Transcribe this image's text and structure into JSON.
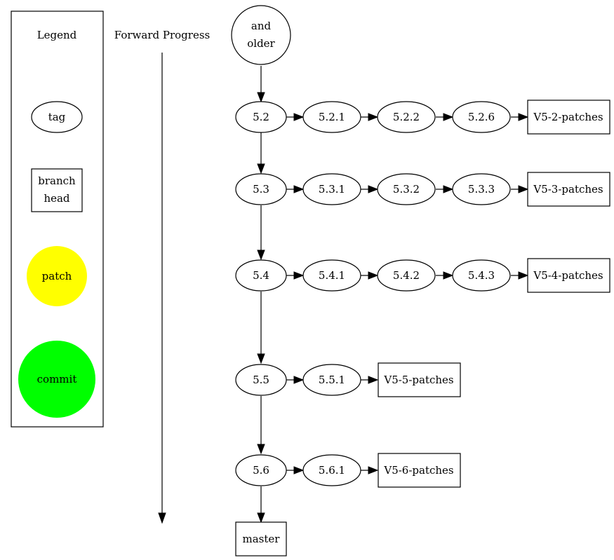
{
  "legend": {
    "title": "Legend",
    "tag": "tag",
    "branch_head_line1": "branch",
    "branch_head_line2": "head",
    "patch": "patch",
    "commit": "commit",
    "patch_color": "#ffff00",
    "commit_color": "#00ff00"
  },
  "progress": {
    "label": "Forward Progress"
  },
  "nodes": {
    "older_line1": "and",
    "older_line2": "older",
    "v52": "5.2",
    "v521": "5.2.1",
    "v522": "5.2.2",
    "v526": "5.2.6",
    "b52": "V5-2-patches",
    "v53": "5.3",
    "v531": "5.3.1",
    "v532": "5.3.2",
    "v533": "5.3.3",
    "b53": "V5-3-patches",
    "v54": "5.4",
    "v541": "5.4.1",
    "v542": "5.4.2",
    "v543": "5.4.3",
    "b54": "V5-4-patches",
    "v55": "5.5",
    "v551": "5.5.1",
    "b55": "V5-5-patches",
    "v56": "5.6",
    "v561": "5.6.1",
    "b56": "V5-6-patches",
    "master": "master"
  }
}
